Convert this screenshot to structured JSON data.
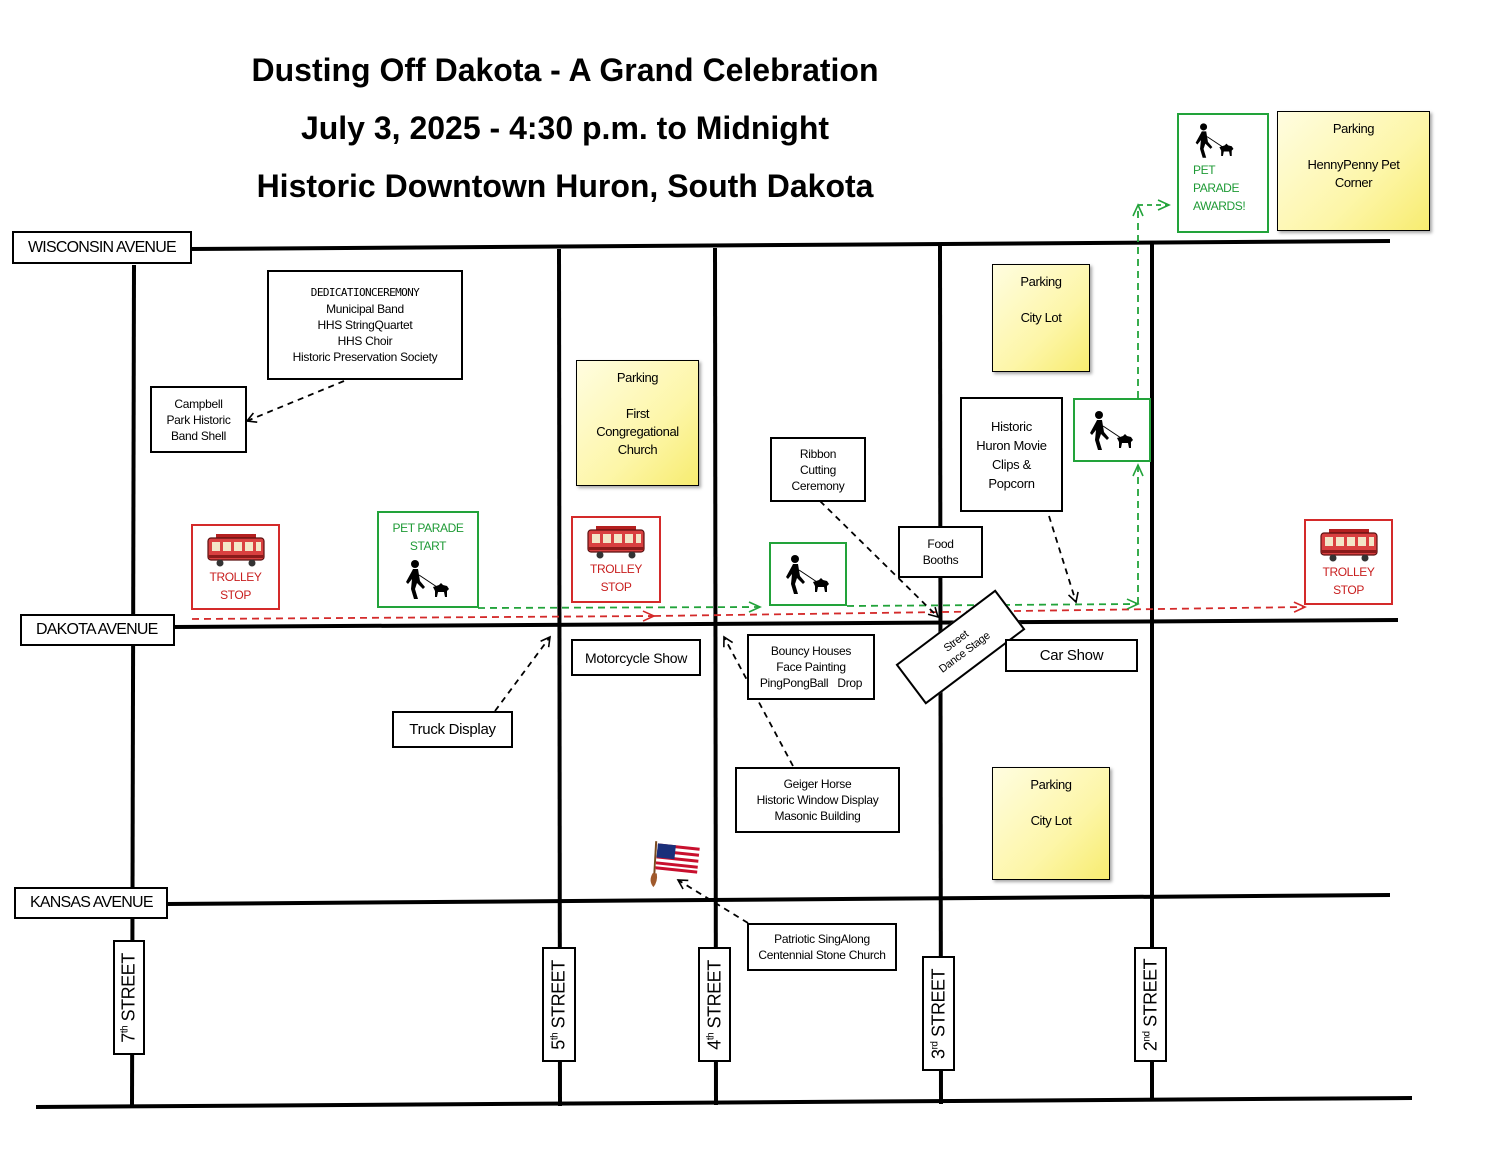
{
  "title": {
    "line1": "Dusting Off Dakota - A Grand Celebration",
    "line2": "July 3, 2025 - 4:30 p.m. to Midnight",
    "line3": "Historic Downtown Huron, South Dakota"
  },
  "avenues": {
    "wisconsin": "WISCONSIN AVENUE",
    "dakota": "DAKOTA AVENUE",
    "kansas": "KANSAS AVENUE"
  },
  "streets": {
    "s7": {
      "num": "7",
      "sup": "th",
      "name": "STREET"
    },
    "s5": {
      "num": "5",
      "sup": "th",
      "name": "STREET"
    },
    "s4": {
      "num": "4",
      "sup": "th",
      "name": "STREET"
    },
    "s3": {
      "num": "3",
      "sup": "rd",
      "name": "STREET"
    },
    "s2": {
      "num": "2",
      "sup": "nd",
      "name": "STREET"
    }
  },
  "events": {
    "dedication": [
      "DEDICATIONCEREMONY",
      "Municipal Band",
      "HHS StringQuartet",
      "HHS Choir",
      "Historic Preservation Society"
    ],
    "bandshell": [
      "Campbell",
      "Park Historic",
      "Band Shell"
    ],
    "ribbon": [
      "Ribbon",
      "Cutting",
      "Ceremony"
    ],
    "food": [
      "Food",
      "Booths"
    ],
    "movie": [
      "Historic",
      "Huron Movie",
      "Clips &",
      "Popcorn"
    ],
    "dance_stage": [
      "Street",
      "Dance Stage"
    ],
    "motorcycle": "Motorcycle Show",
    "car_show": "Car Show",
    "truck": "Truck Display",
    "bouncy": [
      "Bouncy Houses",
      "Face Painting",
      "PingPongBall   Drop"
    ],
    "geiger": [
      "Geiger Horse",
      "Historic Window Display",
      "Masonic Building"
    ],
    "patriotic": [
      "Patriotic SingAlong",
      "Centennial Stone Church"
    ]
  },
  "parking": {
    "church": {
      "title": "Parking",
      "lines": [
        "First",
        "Congregational",
        "Church"
      ]
    },
    "citylot_north": {
      "title": "Parking",
      "lines": [
        "City Lot"
      ]
    },
    "citylot_south": {
      "title": "Parking",
      "lines": [
        "City Lot"
      ]
    },
    "hennypenny": {
      "title": "Parking",
      "lines": [
        "HennyPenny Pet",
        "Corner"
      ]
    }
  },
  "trolley": {
    "line1": "TROLLEY",
    "line2": "STOP",
    "icon": "trolley-icon"
  },
  "pet": {
    "start": [
      "PET PARADE",
      "START"
    ],
    "awards": [
      "PET",
      "PARADE",
      "AWARDS!"
    ],
    "icon": "dog-walker-icon"
  },
  "colors": {
    "trolley_route": "#d42a2a",
    "pet_route": "#22a33a",
    "street": "#000000"
  },
  "flag_icon": "american-flag-icon"
}
